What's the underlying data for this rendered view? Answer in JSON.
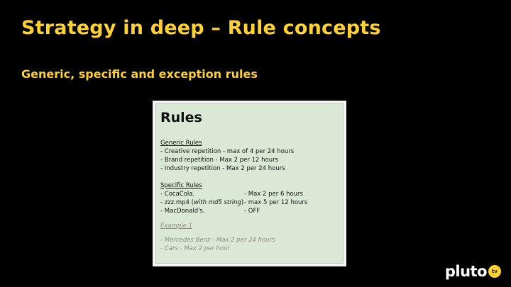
{
  "slide": {
    "title": "Strategy in deep – Rule concepts",
    "subtitle": "Generic, specific and exception rules"
  },
  "rules_card": {
    "heading": "Rules",
    "generic": {
      "label": "Generic Rules",
      "items": [
        " - Creative repetition - max of 4 per 24 hours",
        " - Brand repetition - Max 2 per 12 hours",
        " - Industry repetition - Max 2 per 24 hours"
      ]
    },
    "specific": {
      "label": "Specific Rules",
      "items": [
        {
          "name": " - CocaCola.",
          "name_prefix": "",
          "name_italic": "",
          "name_suffix": "",
          "value": "- Max 2 per 6 hours"
        },
        {
          "name": "",
          "name_prefix": " - zzz.mp4 (",
          "name_italic": "with md5 string",
          "name_suffix": ")",
          "value": "- max 5 per 12 hours"
        },
        {
          "name": " - MacDonald's.",
          "name_prefix": "",
          "name_italic": "",
          "name_suffix": "",
          "value": "- OFF"
        }
      ]
    },
    "example": {
      "label": "Example 1",
      "items": [
        " - Mercedes Benz - Max 2 per 24 hours",
        " - Cars - Max 2 per hour"
      ]
    }
  },
  "logo": {
    "text": "pluto",
    "badge": "tv"
  },
  "colors": {
    "accent": "#FFD230",
    "background": "#000000",
    "card": "#DCE8D6"
  }
}
